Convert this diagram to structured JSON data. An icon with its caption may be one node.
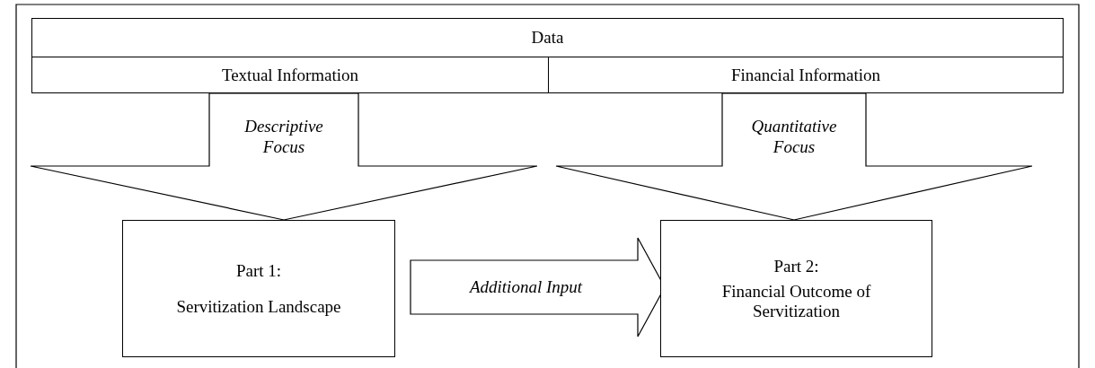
{
  "diagram": {
    "nodes": [
      {
        "text": [
          "Data"
        ]
      },
      {
        "text": [
          "Textual Information"
        ]
      },
      {
        "text": [
          "Financial Information"
        ]
      },
      {
        "text": [
          "Part 1:",
          "Servitization Landscape"
        ]
      },
      {
        "text": [
          "Part 2:",
          "Financial Outcome of Servitization"
        ]
      }
    ],
    "edges": [
      {
        "from": 1,
        "to": 3,
        "arrow": "to",
        "label": "Descriptive Focus"
      },
      {
        "from": 2,
        "to": 4,
        "arrow": "to",
        "label": "Quantitative Focus"
      },
      {
        "from": 3,
        "to": 4,
        "arrow": "to",
        "label": "Additional Input"
      }
    ]
  }
}
